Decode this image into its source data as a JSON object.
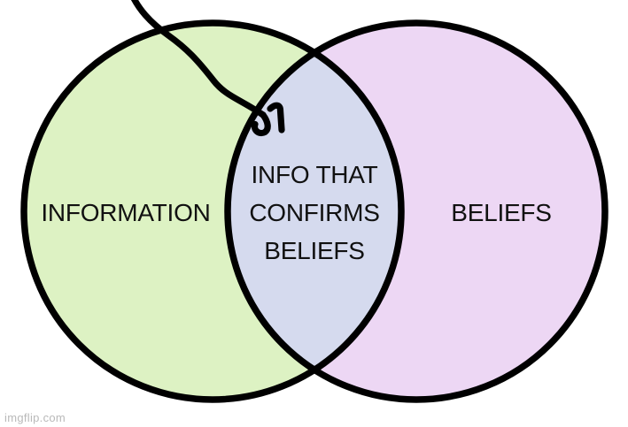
{
  "diagram": {
    "type": "venn",
    "left": {
      "label": "INFORMATION",
      "color": "#ddf2c3"
    },
    "right": {
      "label": "BELIEFS",
      "color": "#edd7f4"
    },
    "overlap": {
      "lines": [
        "INFO THAT",
        "CONFIRMS",
        "BELIEFS"
      ],
      "color": "#d5daee"
    },
    "outline_color": "#000000",
    "annotation_arrow": {
      "description": "hand-drawn arrow pointing to overlap",
      "color": "#000000"
    },
    "text_color": "#111111"
  },
  "watermark": {
    "text": "imgflip.com",
    "color": "#b9b9b9"
  }
}
